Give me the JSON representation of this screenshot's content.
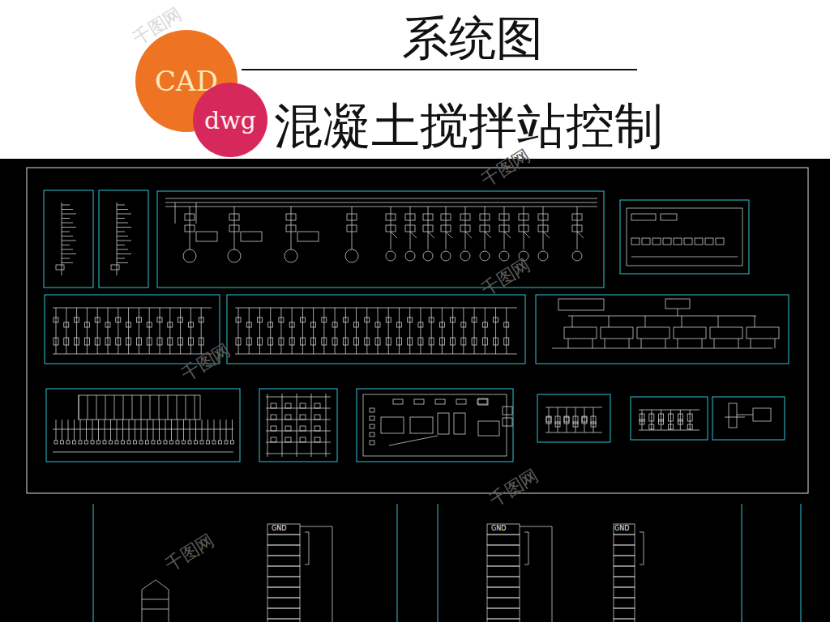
{
  "diagram": {
    "title": "系统图",
    "caption": "混凝土搅拌站控制",
    "nodes": [
      {
        "text": [
          "CAD"
        ]
      },
      {
        "text": [
          "dwg"
        ]
      }
    ],
    "labels": [
      "GND",
      "GND",
      "GND",
      "千图网",
      "千图网",
      "千图网",
      "千图网",
      "千图网",
      "千图网"
    ]
  }
}
